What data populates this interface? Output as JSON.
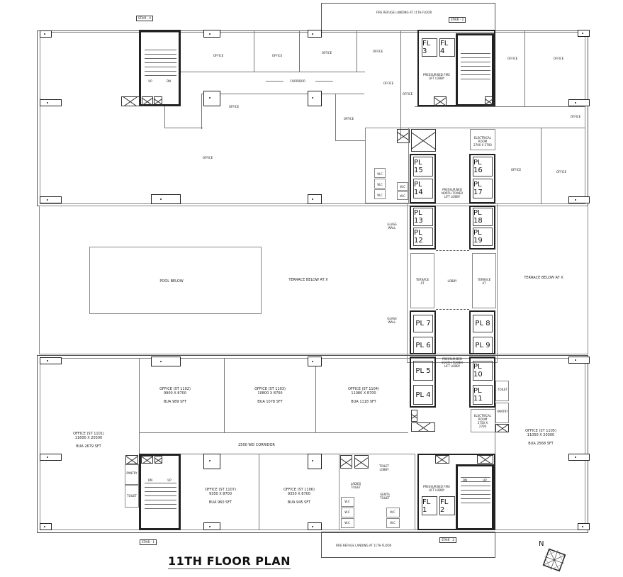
{
  "plan": {
    "title": "11TH FLOOR PLAN",
    "north_label": "N"
  },
  "stairs": {
    "stair_1": "STAIR - 1",
    "stair_2": "STAIR - 2",
    "stair_3": "STAIR - 3",
    "stair_4": "STAIR - 4",
    "up": "UP",
    "dn": "DN"
  },
  "fire_refuge": {
    "top": "FIRE REFUGE LANDING AT 11TH FLOOR",
    "bottom": "FIRE REFUGE LANDING AT 11TH FLOOR"
  },
  "north_wing": {
    "offices": [
      {
        "label": "OFFICE"
      },
      {
        "label": "OFFICE"
      },
      {
        "label": "OFFICE"
      },
      {
        "label": "OFFICE"
      },
      {
        "label": "OFFICE"
      },
      {
        "label": "OFFICE"
      },
      {
        "label": "OFFICE"
      },
      {
        "label": "OFFICE"
      },
      {
        "label": "OFFICE"
      },
      {
        "label": "OFFICE"
      },
      {
        "label": "OFFICE"
      },
      {
        "label": "OFFICE"
      },
      {
        "label": "OFFICE"
      }
    ],
    "corridor": "CORRIDOR",
    "fire_lift_lobby": "PRESSURISED FIRE\nLIFT LOBBY",
    "north_lift_lobby": "PRESSURISED\nNORTH TOWER\nLIFT LOBBY",
    "electrical_room": "ELECTRICAL\nROOM\n2700 X 2700",
    "wc": "W.C",
    "fire_lifts": [
      "FL 3",
      "FL 4"
    ],
    "passenger_lifts": [
      "PL 15",
      "PL 14",
      "PL 16",
      "PL 17"
    ]
  },
  "middle": {
    "pool": "POOL BELOW",
    "terrace_left": "TERRACE BELOW AT X",
    "terrace_right": "TERRACE BELOW AT X",
    "lobby": "LOBBY",
    "terrace_small_left": "TERRACE\nAT",
    "terrace_small_right": "TERRACE\nAT",
    "glass_wall": "GLASS\nWALL",
    "lifts_left": [
      "PL 13",
      "PL 12",
      "PL 7",
      "PL 6"
    ],
    "lifts_right": [
      "PL 18",
      "PL 19",
      "PL 8",
      "PL 9"
    ]
  },
  "south_wing": {
    "offices": [
      {
        "name": "OFFICE (ST 1101)",
        "dims": "11600 X 20300",
        "bua": "BUA 2679 SFT"
      },
      {
        "name": "OFFICE (ST 1102)",
        "dims": "9900 X 8700",
        "bua": "BUA 989 SFT"
      },
      {
        "name": "OFFICE (ST 1103)",
        "dims": "10800 X 8700",
        "bua": "BUA 1078 SFT"
      },
      {
        "name": "OFFICE (ST 1104)",
        "dims": "11080 X 8700",
        "bua": "BUA 1118 SFT"
      },
      {
        "name": "OFFICE (ST 1105)",
        "dims": "11050 X 20300",
        "bua": "BUA 2568 SFT"
      },
      {
        "name": "OFFICE (ST 1106)",
        "dims": "9350 X 8700",
        "bua": "BUA 945 SFT"
      },
      {
        "name": "OFFICE (ST 1107)",
        "dims": "9350 X 8700",
        "bua": "BUA 960 SFT"
      }
    ],
    "corridor": "2500 WD CORRIDOR",
    "south_lift_lobby": "PRESSURISED\nSOUTH TOWER\nLIFT LOBBY",
    "fire_lift_lobby": "PRESSURISED FIRE\nLIFT LOBBY",
    "electrical_room": "ELECTRICAL\nROOM\n2750 X\n2700",
    "pantry": "PANTRY",
    "toilet": "TOILET",
    "ladies_toilet": "LADIES\nTOILET",
    "gents_toilet": "GENTS\nTOILET",
    "toilet_lobby": "TOILET\nLOBBY",
    "wc": "W.C",
    "fire_lifts": [
      "FL 1",
      "FL 2"
    ],
    "passenger_lifts": [
      "PL 5",
      "PL 4",
      "PL 10",
      "PL 11"
    ]
  }
}
